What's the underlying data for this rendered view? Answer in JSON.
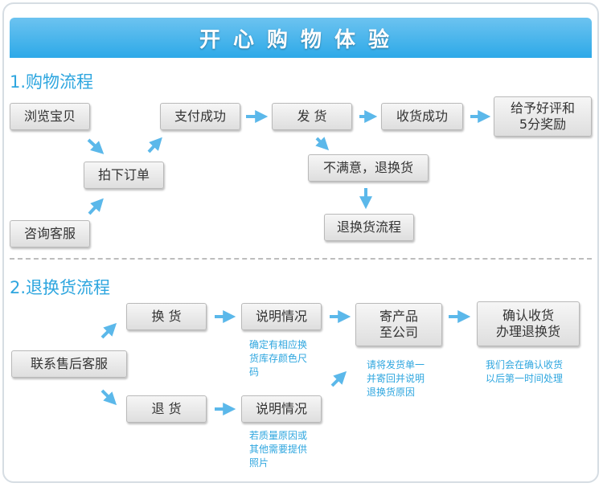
{
  "banner": {
    "title": "开心购物体验"
  },
  "section1": {
    "title": "1.购物流程",
    "nodes": {
      "browse": "浏览宝贝",
      "order": "拍下订单",
      "consult": "咨询客服",
      "pay": "支付成功",
      "ship": "发 货",
      "received": "收货成功",
      "review": "给予好评和\n5分奖励",
      "unsatisfied": "不满意，退换货",
      "return_flow": "退换货流程"
    }
  },
  "section2": {
    "title": "2.退换货流程",
    "nodes": {
      "contact": "联系售后客服",
      "exchange": "换 货",
      "refund": "退 货",
      "explain1": "说明情况",
      "explain2": "说明情况",
      "send": "寄产品\n至公司",
      "confirm": "确认收货\n办理退换货"
    },
    "notes": {
      "exchange_note": "确定有相应换\n货库存颜色尺\n码",
      "refund_note": "若质量原因或\n其他需要提供\n照片",
      "send_note": "请将发货单一\n并寄回并说明\n退换货原因",
      "confirm_note": "我们会在确认收货\n以后第一时间处理"
    }
  },
  "colors": {
    "accent": "#2ea6df",
    "arrow": "#5bb8ea",
    "box": "#e6e6e6"
  }
}
